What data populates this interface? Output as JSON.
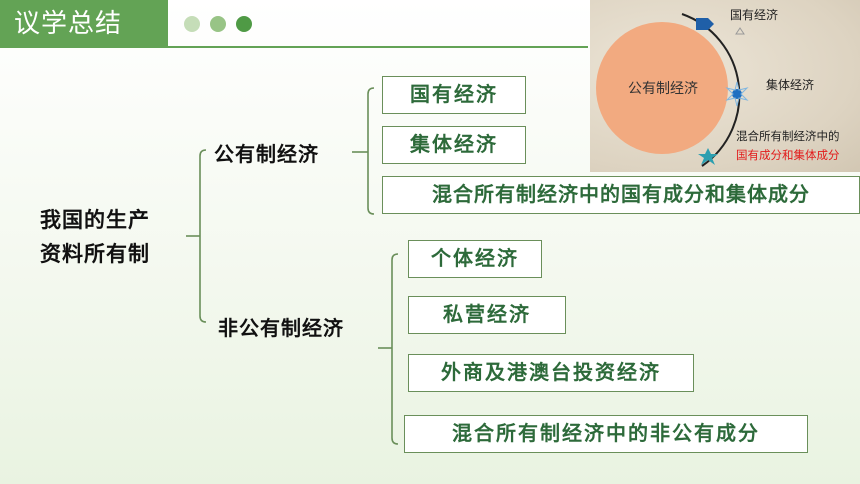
{
  "header": {
    "title": "议学总结"
  },
  "illustration": {
    "center_label": "公有制经济",
    "label_state_owned": "国有经济",
    "label_collective": "集体经济",
    "label_mixed_line1": "混合所有制经济中的",
    "label_mixed_line2": "国有成分和集体成分",
    "colors": {
      "circle": "#f2aa80",
      "red_text": "#e21a1a",
      "marker_blue": "#1f5fa8",
      "marker_teal": "#2c9fb0"
    }
  },
  "tree": {
    "root_line1": "我国的生产",
    "root_line2": "资料所有制",
    "public": {
      "label": "公有制经济",
      "items": [
        "国有经济",
        "集体经济",
        "混合所有制经济中的国有成分和集体成分"
      ]
    },
    "nonpublic": {
      "label": "非公有制经济",
      "items": [
        "个体经济",
        "私营经济",
        "外商及港澳台投资经济",
        "混合所有制经济中的非公有成分"
      ]
    }
  },
  "colors": {
    "accent_green": "#63a355",
    "box_text": "#2d6a3a",
    "box_border": "#6a8f5a"
  }
}
